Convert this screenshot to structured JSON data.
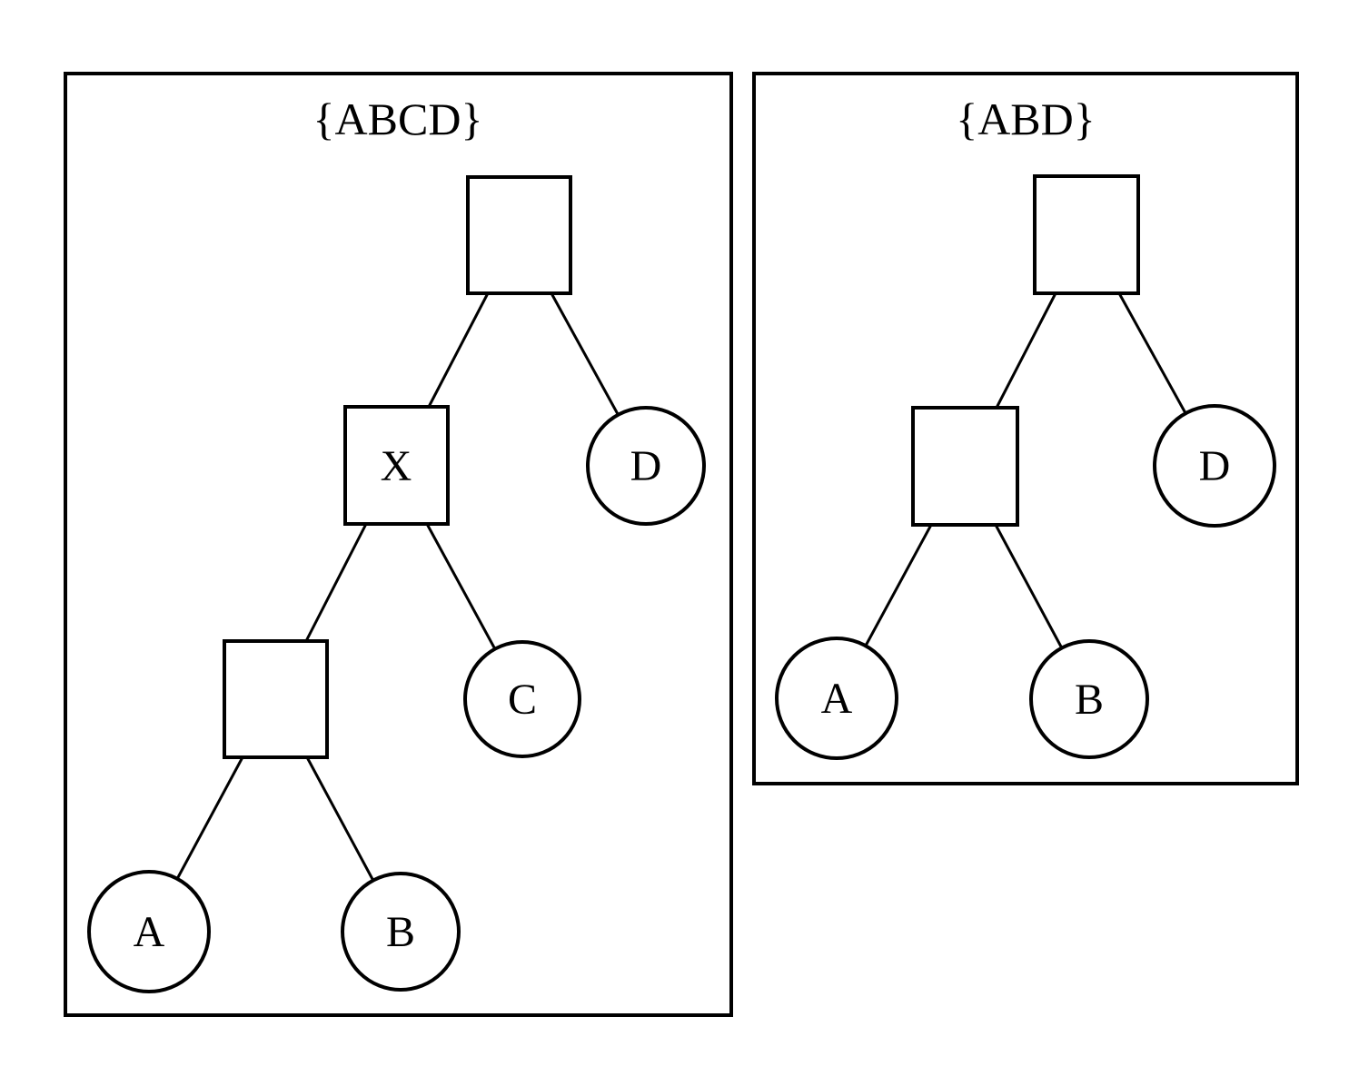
{
  "colors": {
    "stroke": "#000000",
    "background": "#ffffff"
  },
  "panels": [
    {
      "title": "{ABCD}",
      "nodes": [
        {
          "id": "root",
          "shape": "square",
          "label": ""
        },
        {
          "id": "internal-x",
          "shape": "square",
          "label": "X"
        },
        {
          "id": "leaf-d",
          "shape": "circle",
          "label": "D"
        },
        {
          "id": "internal-ab",
          "shape": "square",
          "label": ""
        },
        {
          "id": "leaf-c",
          "shape": "circle",
          "label": "C"
        },
        {
          "id": "leaf-a",
          "shape": "circle",
          "label": "A"
        },
        {
          "id": "leaf-b",
          "shape": "circle",
          "label": "B"
        }
      ],
      "edges": [
        [
          "root",
          "internal-x"
        ],
        [
          "root",
          "leaf-d"
        ],
        [
          "internal-x",
          "internal-ab"
        ],
        [
          "internal-x",
          "leaf-c"
        ],
        [
          "internal-ab",
          "leaf-a"
        ],
        [
          "internal-ab",
          "leaf-b"
        ]
      ]
    },
    {
      "title": "{ABD}",
      "nodes": [
        {
          "id": "root",
          "shape": "square",
          "label": ""
        },
        {
          "id": "internal-ab",
          "shape": "square",
          "label": ""
        },
        {
          "id": "leaf-d",
          "shape": "circle",
          "label": "D"
        },
        {
          "id": "leaf-a",
          "shape": "circle",
          "label": "A"
        },
        {
          "id": "leaf-b",
          "shape": "circle",
          "label": "B"
        }
      ],
      "edges": [
        [
          "root",
          "internal-ab"
        ],
        [
          "root",
          "leaf-d"
        ],
        [
          "internal-ab",
          "leaf-a"
        ],
        [
          "internal-ab",
          "leaf-b"
        ]
      ]
    }
  ]
}
